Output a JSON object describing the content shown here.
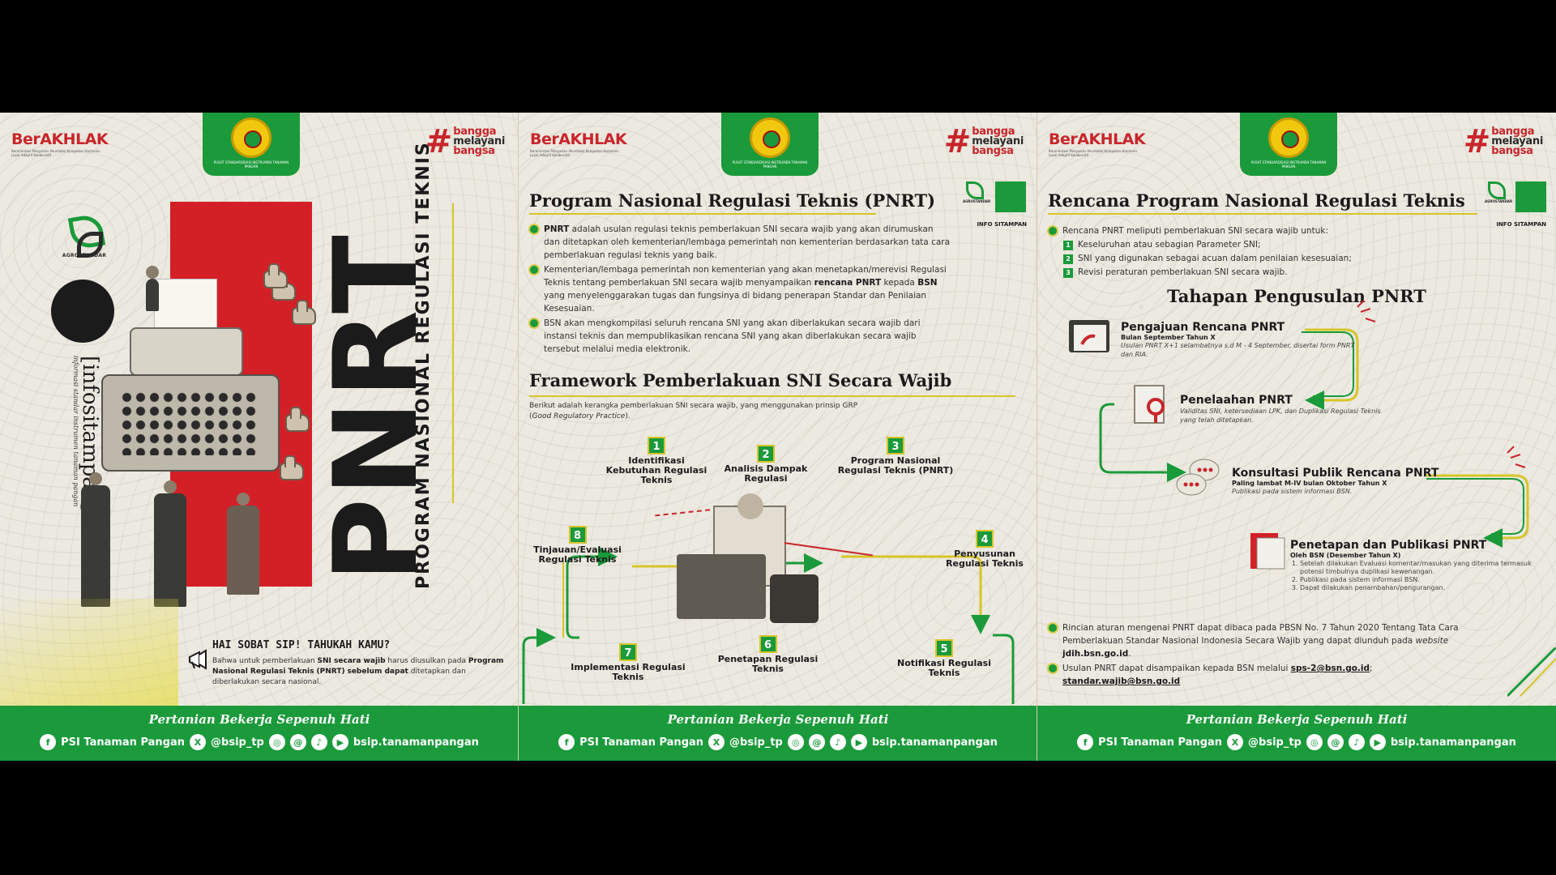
{
  "brand": {
    "berakhlak": "BerAKHLAK",
    "berakhlak_tagline": "Berorientasi Pelayanan Akuntabel Kompeten Harmonis Loyal Adaptif Kolaboratif",
    "emblem_caption": "PUSAT STANDARDISASI INSTRUMEN TANAMAN PANGAN",
    "bangga_hash": "#",
    "bangga_words": [
      "bangga",
      "melayani",
      "bangsa"
    ],
    "agrostandar": "AGROSTANDAR",
    "info_sitampan": "INFO SITAMPAN"
  },
  "footer": {
    "slogan": "Pertanian Bekerja Sepenuh Hati",
    "facebook": "PSI Tanaman Pangan",
    "x_handle": "@bsip_tp",
    "web": "bsip.tanamanpangan",
    "icons": [
      "facebook-icon",
      "x-icon",
      "instagram-icon",
      "threads-icon",
      "tiktok-icon",
      "youtube-icon"
    ]
  },
  "panel1": {
    "infositampan": "[infositampan]",
    "infositampan_sub": "informasi standar instrumen tanaman pangan",
    "big_title": "PNRT",
    "sub_title": "PROGRAM NASIONAL REGULASI TEKNIS",
    "hai_title": "HAI SOBAT SIP! TAHUKAH KAMU?",
    "hai_1": "Bahwa untuk pemberlakuan ",
    "hai_b1": "SNI secara wajib",
    "hai_2": " harus diusulkan pada ",
    "hai_b2": "Program Nasional Regulasi Teknis (PNRT)",
    "hai_3": " ",
    "hai_b3": "sebelum dapat",
    "hai_4": " ditetapkan dan diberlakukan secara nasional."
  },
  "panel2": {
    "title": "Program Nasional Regulasi Teknis (PNRT)",
    "bullets": [
      {
        "b": "PNRT",
        "t": " adalah usulan regulasi teknis pemberlakuan SNI secara wajib yang akan dirumuskan dan ditetapkan oleh kementerian/lembaga pemerintah non kementerian berdasarkan tata cara pemberlakuan regulasi teknis yang baik."
      },
      {
        "pre": "Kementerian/lembaga pemerintah non kementerian yang akan menetapkan/merevisi Regulasi Teknis tentang pemberlakuan SNI secara wajib menyampaikan ",
        "b": "rencana PNRT",
        "mid": " kepada ",
        "b2": "BSN",
        "t": " yang menyelenggarakan tugas dan fungsinya di bidang penerapan Standar dan Penilaian Kesesuaian."
      },
      {
        "t": "BSN akan mengkompilasi seluruh rencana SNI yang akan diberlakukan secara wajib dari instansi teknis dan mempublikasikan rencana SNI yang akan diberlakukan secara wajib tersebut melalui media elektronik."
      }
    ],
    "framework_title": "Framework Pemberlakuan SNI Secara Wajib",
    "framework_intro_1": "Berikut adalah kerangka pemberlakuan SNI secara wajib, yang menggunakan prinsip GRP (",
    "framework_intro_i": "Good Regulatory Practice",
    "framework_intro_2": ").",
    "steps": [
      {
        "n": "1",
        "label": "Identifikasi Kebutuhan Regulasi Teknis"
      },
      {
        "n": "2",
        "label": "Analisis Dampak Regulasi"
      },
      {
        "n": "3",
        "label": "Program Nasional Regulasi Teknis (PNRT)"
      },
      {
        "n": "4",
        "label": "Penyusunan Regulasi Teknis"
      },
      {
        "n": "5",
        "label": "Notifikasi Regulasi Teknis"
      },
      {
        "n": "6",
        "label": "Penetapan Regulasi Teknis"
      },
      {
        "n": "7",
        "label": "Implementasi Regulasi Teknis"
      },
      {
        "n": "8",
        "label": "Tinjauan/Evaluasi Regulasi Teknis"
      }
    ]
  },
  "panel3": {
    "title": "Rencana Program Nasional Regulasi Teknis",
    "intro": "Rencana PNRT meliputi pemberlakuan SNI secara wajib untuk:",
    "items": [
      {
        "n": "1",
        "t": "Keseluruhan atau sebagian Parameter SNI;"
      },
      {
        "n": "2",
        "t": "SNI yang digunakan sebagai acuan dalam penilaian kesesuaian;"
      },
      {
        "n": "3",
        "t": "Revisi peraturan pemberlakuan SNI secara wajib."
      }
    ],
    "tahapan_title": "Tahapan Pengusulan PNRT",
    "tahapan": [
      {
        "title": "Pengajuan Rencana PNRT",
        "sub": "Bulan September Tahun X",
        "desc": "Usulan PNRT X+1 selambatnya s.d M - 4 September, disertai form PNRT dan RIA."
      },
      {
        "title": "Penelaahan PNRT",
        "sub": "",
        "desc": "Validitas SNI, ketersediaan LPK, dan Duplikasi Regulasi Teknis yang telah ditetapkan."
      },
      {
        "title": "Konsultasi Publik Rencana PNRT",
        "sub": "Paling lambat M-IV bulan Oktober Tahun X",
        "desc": "Publikasi pada sistem informasi BSN."
      },
      {
        "title": "Penetapan dan Publikasi PNRT",
        "sub": "Oleh BSN (Desember Tahun X)",
        "list": [
          "Setelah dilakukan Evaluasi komentar/masukan yang diterima termasuk potensi timbulnya duplikasi kewenangan.",
          "Publikasi pada sistem informasi BSN.",
          "Dapat dilakukan penambahan/pengurangan."
        ]
      }
    ],
    "note1_a": "Rincian aturan mengenai PNRT dapat dibaca pada PBSN No. 7 Tahun 2020 Tentang Tata Cara Pemberlakuan Standar Nasional Indonesia Secara Wajib yang dapat diunduh pada ",
    "note1_i": "website",
    "note1_b": " jdih.bsn.go.id",
    "note1_c": ".",
    "note2_a": "Usulan PNRT dapat disampaikan kepada BSN melalui ",
    "note2_b": "sps-2@bsn.go.id",
    "note2_c": "; ",
    "note2_d": "standar.wajib@bsn.go.id"
  },
  "colors": {
    "green": "#1a9a3a",
    "red": "#d32027",
    "yellow": "#d7c52a",
    "paper": "#ece9e0"
  }
}
